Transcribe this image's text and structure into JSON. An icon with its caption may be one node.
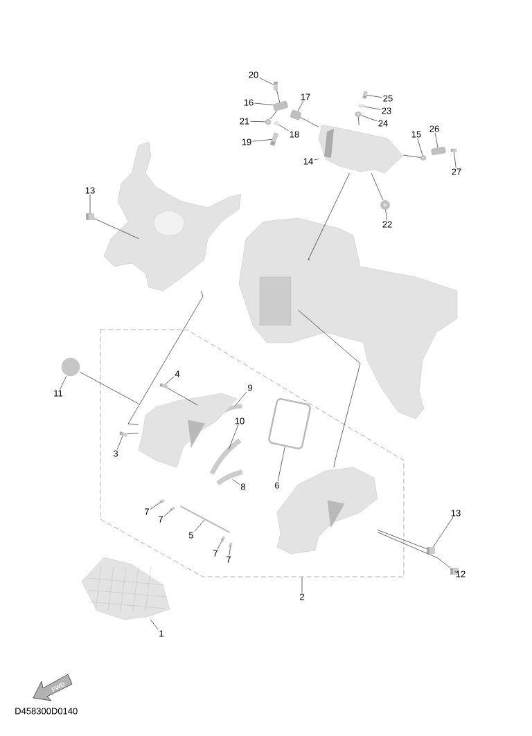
{
  "diagram": {
    "nodes": [
      {
        "text": [],
        "shape": "picture"
      },
      {
        "text": [
          "13"
        ]
      },
      {
        "text": [],
        "shape": "picture"
      },
      {
        "text": [
          "20"
        ]
      },
      {
        "text": [],
        "shape": "picture"
      },
      {
        "text": [
          "16"
        ]
      },
      {
        "text": [],
        "shape": "picture"
      },
      {
        "text": [
          "17"
        ]
      },
      {
        "text": [],
        "shape": "picture"
      },
      {
        "text": [
          "21"
        ]
      },
      {
        "text": [],
        "shape": "picture"
      },
      {
        "text": [],
        "shape": "circle"
      },
      {
        "text": [
          "18"
        ]
      },
      {
        "text": [
          "19"
        ]
      },
      {
        "text": [],
        "shape": "picture"
      },
      {
        "text": [
          "25"
        ]
      },
      {
        "text": [],
        "shape": "picture"
      },
      {
        "text": [
          "23"
        ]
      },
      {
        "text": [],
        "shape": "circle"
      },
      {
        "text": [
          "24"
        ]
      },
      {
        "text": [],
        "shape": "picture"
      },
      {
        "text": [
          "14"
        ]
      },
      {
        "text": [],
        "shape": "picture"
      },
      {
        "text": [
          "26"
        ]
      },
      {
        "text": [],
        "shape": "picture"
      },
      {
        "text": [
          "15"
        ]
      },
      {
        "text": [],
        "shape": "picture"
      },
      {
        "text": [],
        "shape": "picture"
      },
      {
        "text": [
          "27"
        ]
      },
      {
        "text": [
          "22"
        ]
      },
      {
        "text": [],
        "shape": "picture"
      },
      {
        "text": [],
        "shape": "picture"
      },
      {
        "text": [],
        "shape": "box"
      },
      {
        "text": [],
        "shape": "circle"
      },
      {
        "text": [
          "11"
        ]
      },
      {
        "text": [
          "4"
        ],
        "in": 32
      },
      {
        "text": [],
        "shape": "picture",
        "in": 32
      },
      {
        "text": [
          "9"
        ],
        "in": 32
      },
      {
        "text": [],
        "shape": "picture",
        "in": 32
      },
      {
        "text": [
          "10"
        ],
        "in": 32
      },
      {
        "text": [],
        "shape": "picture",
        "in": 32
      },
      {
        "text": [],
        "shape": "picture",
        "in": 32
      },
      {
        "text": [],
        "shape": "picture",
        "in": 32
      },
      {
        "text": [
          "3"
        ],
        "in": 32
      },
      {
        "text": [],
        "shape": "picture",
        "in": 32
      },
      {
        "text": [],
        "shape": "picture",
        "in": 32
      },
      {
        "text": [
          "8"
        ],
        "in": 32
      },
      {
        "text": [
          "6"
        ],
        "in": 32
      },
      {
        "text": [],
        "shape": "picture",
        "in": 32
      },
      {
        "text": [],
        "shape": "picture",
        "in": 32
      },
      {
        "text": [
          "7"
        ],
        "in": 32
      },
      {
        "text": [],
        "shape": "picture",
        "in": 32
      },
      {
        "text": [
          "7"
        ],
        "in": 32
      },
      {
        "text": [],
        "shape": "picture",
        "in": 32
      },
      {
        "text": [
          "5"
        ],
        "in": 32
      },
      {
        "text": [],
        "shape": "picture",
        "in": 32
      },
      {
        "text": [],
        "shape": "picture",
        "in": 32
      },
      {
        "text": [
          "7"
        ],
        "in": 32
      },
      {
        "text": [
          "7"
        ],
        "in": 32
      },
      {
        "text": [
          "13"
        ]
      },
      {
        "text": [],
        "shape": "picture"
      },
      {
        "text": [],
        "shape": "picture"
      },
      {
        "text": [
          "12"
        ]
      },
      {
        "text": [
          "2"
        ]
      },
      {
        "text": [],
        "shape": "picture"
      },
      {
        "text": [
          "1"
        ]
      }
    ],
    "edges": [
      {
        "from": 1,
        "to": 2,
        "arrow": "none"
      },
      {
        "from": 3,
        "to": 4,
        "arrow": "none"
      },
      {
        "from": 5,
        "to": 6,
        "arrow": "none"
      },
      {
        "from": 7,
        "to": 8,
        "arrow": "none"
      },
      {
        "from": 9,
        "to": 10,
        "arrow": "none"
      },
      {
        "from": 12,
        "to": 11,
        "arrow": "none"
      },
      {
        "from": 13,
        "to": 14,
        "arrow": "none"
      },
      {
        "from": 15,
        "to": 16,
        "arrow": "none"
      },
      {
        "from": 17,
        "to": 18,
        "arrow": "none"
      },
      {
        "from": 19,
        "to": 20,
        "arrow": "none"
      },
      {
        "from": 21,
        "to": 22,
        "arrow": "none"
      },
      {
        "from": 23,
        "to": 24,
        "arrow": "none"
      },
      {
        "from": 25,
        "to": 26,
        "arrow": "none"
      },
      {
        "from": 28,
        "to": 27,
        "arrow": "none"
      },
      {
        "from": 29,
        "to": 30,
        "arrow": "none"
      },
      {
        "from": 34,
        "to": 33,
        "arrow": "none"
      },
      {
        "from": 35,
        "to": 36,
        "arrow": "none"
      },
      {
        "from": 37,
        "to": 38,
        "arrow": "none"
      },
      {
        "from": 39,
        "to": 40,
        "arrow": "none"
      },
      {
        "from": 43,
        "to": 42,
        "arrow": "none"
      },
      {
        "from": 46,
        "to": 45,
        "arrow": "none"
      },
      {
        "from": 47,
        "to": 44,
        "arrow": "none"
      },
      {
        "from": 50,
        "to": 49,
        "arrow": "none"
      },
      {
        "from": 52,
        "to": 51,
        "arrow": "none"
      },
      {
        "from": 54,
        "to": 53,
        "arrow": "none"
      },
      {
        "from": 57,
        "to": 55,
        "arrow": "none"
      },
      {
        "from": 58,
        "to": 56,
        "arrow": "none"
      },
      {
        "from": 59,
        "to": 60,
        "arrow": "none"
      },
      {
        "from": 62,
        "to": 61,
        "arrow": "none"
      },
      {
        "from": 63,
        "to": 32,
        "arrow": "none"
      },
      {
        "from": 65,
        "to": 64,
        "arrow": "none"
      },
      {
        "from": 4,
        "to": 6,
        "arrow": "none"
      },
      {
        "from": 6,
        "to": 10,
        "arrow": "none"
      },
      {
        "from": 8,
        "to": 22,
        "arrow": "none"
      },
      {
        "from": 20,
        "to": 22,
        "arrow": "none"
      },
      {
        "from": 22,
        "to": 31,
        "arrow": "none"
      },
      {
        "from": 26,
        "to": 22,
        "arrow": "none"
      },
      {
        "from": 30,
        "to": 22,
        "arrow": "none"
      },
      {
        "from": 2,
        "to": 0,
        "arrow": "none"
      },
      {
        "from": 33,
        "to": 41,
        "arrow": "none"
      },
      {
        "from": 36,
        "to": 41,
        "arrow": "none"
      },
      {
        "from": 42,
        "to": 41,
        "arrow": "none"
      },
      {
        "from": 31,
        "to": 48,
        "arrow": "none"
      },
      {
        "from": 60,
        "to": 48,
        "arrow": "none"
      },
      {
        "from": 61,
        "to": 48,
        "arrow": "none"
      },
      {
        "from": 0,
        "to": 41,
        "arrow": "none"
      }
    ],
    "labels": [
      "FWD",
      "D458300D0140"
    ]
  }
}
